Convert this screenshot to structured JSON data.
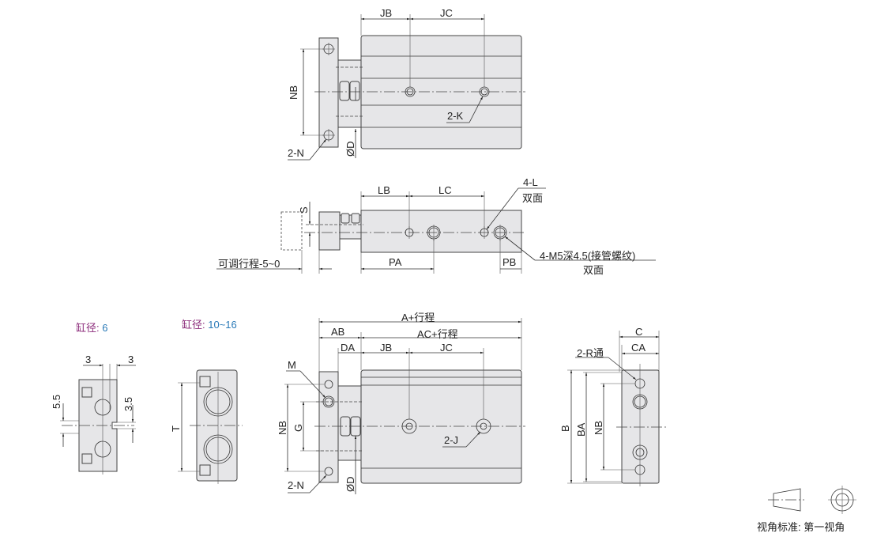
{
  "top_view": {
    "labels": {
      "jb": "JB",
      "jc": "JC",
      "nb": "NB",
      "k": "2-K",
      "n": "2-N",
      "d": "ØD"
    }
  },
  "side_view": {
    "labels": {
      "lb": "LB",
      "lc": "LC",
      "s": "S",
      "pa": "PA",
      "pb": "PB",
      "l": "4-L",
      "l_note": "双面",
      "port": "4-M5深4.5(接管螺纹)",
      "port_note": "双面",
      "adjust": "可调行程-5~0"
    }
  },
  "bore_6": {
    "key": "缸径:",
    "value": "6",
    "dim_left": "3",
    "dim_right": "3",
    "dim_55": "5.5",
    "dim_35": "3.5"
  },
  "bore_10_16": {
    "key": "缸径:",
    "value": "10~16",
    "dim_t": "T"
  },
  "front_view": {
    "labels": {
      "a": "A+行程",
      "ab": "AB",
      "ac": "AC+行程",
      "da": "DA",
      "jb": "JB",
      "jc": "JC",
      "m": "M",
      "nb": "NB",
      "g": "G",
      "j": "2-J",
      "n": "2-N",
      "d": "ØD"
    }
  },
  "end_view": {
    "labels": {
      "c": "C",
      "ca": "CA",
      "r": "2-R通",
      "b": "B",
      "ba": "BA",
      "nb": "NB"
    }
  },
  "projection": {
    "label": "视角标准: 第一视角"
  },
  "colors": {
    "key": "#8b2a7a",
    "value": "#2a7ab8",
    "body": "#e6e6e8"
  }
}
